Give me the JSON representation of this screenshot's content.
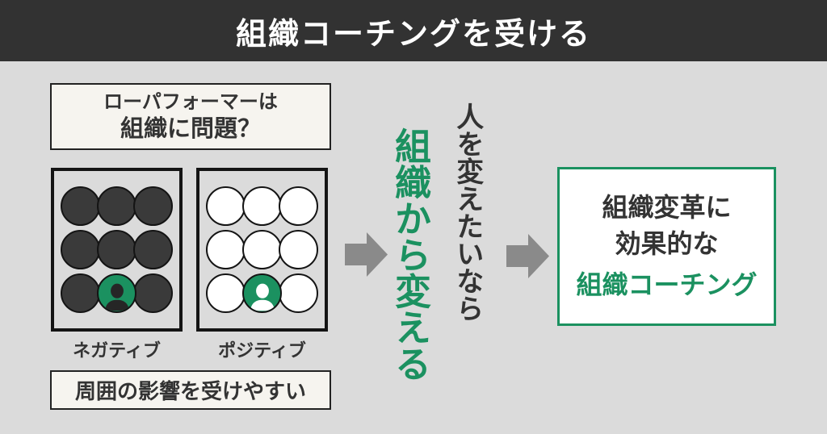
{
  "header": {
    "title": "組織コーチングを受ける"
  },
  "colors": {
    "page_bg": "#dbdbdb",
    "header_bg": "#323232",
    "accent_green": "#1b9160",
    "box_bg": "#f6f4ef",
    "dark_text": "#333333",
    "arrow_gray": "#8a8a8a",
    "circle_dark": "#3a3a3a",
    "border_dark": "#141414"
  },
  "left_panel": {
    "question_box": {
      "line1": "ローパフォーマーは",
      "line2": "組織に問題？"
    },
    "grids": [
      {
        "label": "ネガティブ",
        "variant": "dark",
        "rows": 3,
        "cols": 3,
        "highlight": {
          "row": 2,
          "col": 1
        },
        "icon": "businessman-icon"
      },
      {
        "label": "ポジティブ",
        "variant": "light",
        "rows": 3,
        "cols": 3,
        "highlight": {
          "row": 2,
          "col": 1
        },
        "icon": "businessman-icon"
      }
    ],
    "bottom_box": {
      "text": "周囲の影響を受けやすい"
    }
  },
  "center": {
    "vertical_text_black": "人を変えたいなら",
    "vertical_text_green": "組織から変える",
    "arrow_icon": "arrow-right-icon"
  },
  "right_panel": {
    "result_box": {
      "line1": "組織変革に",
      "line2": "効果的な",
      "line3": "組織コーチング"
    }
  }
}
